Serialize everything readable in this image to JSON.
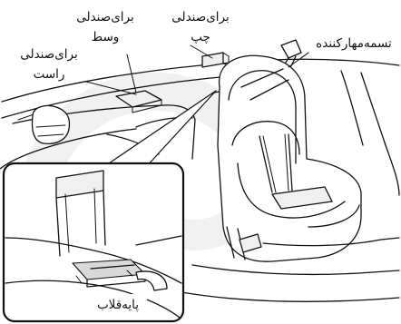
{
  "labels": {
    "left_seat": "برای‌صندلی چپ",
    "middle_seat": "برای‌صندلی وسط",
    "right_seat": "برای‌صندلی راست",
    "tether_strap": "تسمه‌مهارکننده",
    "hook_base": "پایه‌قلاب"
  },
  "colors": {
    "line": "#111111",
    "watermark": "#e6e6e6",
    "fill_light": "#f0f0f0",
    "background": "#ffffff"
  },
  "icons": {
    "watermark": "circle-c-watermark"
  }
}
